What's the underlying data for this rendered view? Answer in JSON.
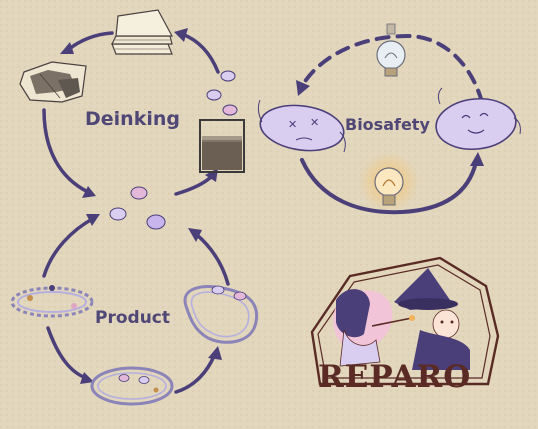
{
  "diagram": {
    "labels": {
      "deinking": "Deinking",
      "biosafety": "Biosafety",
      "product": "Product"
    },
    "logo": {
      "text": "REPARO"
    },
    "colors": {
      "background": "#e2d6bd",
      "arrow": "#4a3f78",
      "bacterium_fill": "#d9cdf0",
      "bulb_glow": "#f3b15a"
    }
  }
}
